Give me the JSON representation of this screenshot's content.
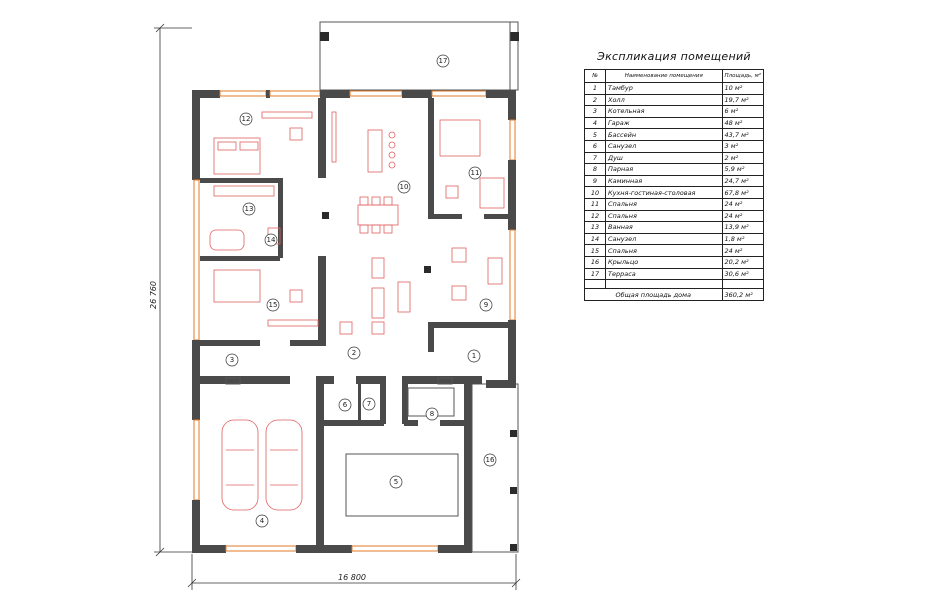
{
  "dimensions": {
    "width_label": "16 800",
    "height_label": "26 760"
  },
  "explication": {
    "title": "Экспликация помещений",
    "headers": {
      "num": "№",
      "name": "Наименование помещения",
      "area": "Площадь, м²"
    },
    "rooms": [
      {
        "num": "1",
        "name": "Тамбур",
        "area": "10 м²"
      },
      {
        "num": "2",
        "name": "Холл",
        "area": "19,7 м²"
      },
      {
        "num": "3",
        "name": "Котельная",
        "area": "6 м²"
      },
      {
        "num": "4",
        "name": "Гараж",
        "area": "48 м²"
      },
      {
        "num": "5",
        "name": "Бассейн",
        "area": "43,7 м²"
      },
      {
        "num": "6",
        "name": "Санузел",
        "area": "3 м²"
      },
      {
        "num": "7",
        "name": "Душ",
        "area": "2 м²"
      },
      {
        "num": "8",
        "name": "Парная",
        "area": "5,9 м²"
      },
      {
        "num": "9",
        "name": "Каминная",
        "area": "24,7 м²"
      },
      {
        "num": "10",
        "name": "Кухня-гостиная-столовая",
        "area": "67,8 м²"
      },
      {
        "num": "11",
        "name": "Спальня",
        "area": "24 м²"
      },
      {
        "num": "12",
        "name": "Спальня",
        "area": "24 м²"
      },
      {
        "num": "13",
        "name": "Ванная",
        "area": "13,9 м²"
      },
      {
        "num": "14",
        "name": "Санузел",
        "area": "1,8 м²"
      },
      {
        "num": "15",
        "name": "Спальня",
        "area": "24 м²"
      },
      {
        "num": "16",
        "name": "Крыльцо",
        "area": "20,2 м²"
      },
      {
        "num": "17",
        "name": "Терраса",
        "area": "30,6 м²"
      }
    ],
    "total": {
      "label": "Общая площадь дома",
      "area": "360,2 м²"
    }
  },
  "plan_labels": [
    "1",
    "2",
    "3",
    "4",
    "5",
    "6",
    "7",
    "8",
    "9",
    "10",
    "11",
    "12",
    "13",
    "14",
    "15",
    "16",
    "17"
  ]
}
